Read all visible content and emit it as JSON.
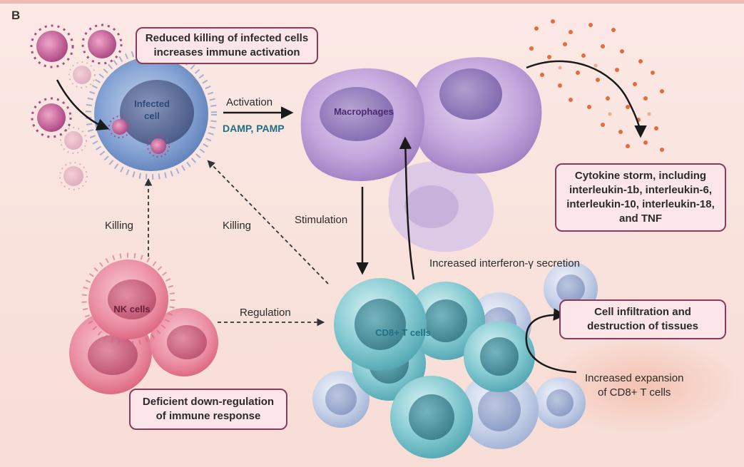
{
  "panel_letter": "B",
  "callouts": {
    "reduced_killing": [
      "Reduced killing of infected cells",
      "increases immune activation"
    ],
    "cytokine_storm": [
      "Cytokine storm, including",
      "interleukin-1b, interleukin-6,",
      "interleukin-10, interleukin-18,",
      "and TNF"
    ],
    "cell_infiltration": [
      "Cell infiltration and",
      "destruction of tissues"
    ],
    "deficient_regulation": [
      "Deficient down-regulation",
      "of immune response"
    ]
  },
  "cells": {
    "infected": [
      "Infected",
      "cell"
    ],
    "macrophages": "Macrophages",
    "nk": "NK cells",
    "cd8": "CD8+ T cells"
  },
  "arrows": {
    "activation": "Activation",
    "damp_pamp": "DAMP, PAMP",
    "stimulation": "Stimulation",
    "interferon": "Increased interferon-γ secretion",
    "killing_left": "Killing",
    "killing_diag": "Killing",
    "regulation": "Regulation",
    "expansion": [
      "Increased expansion",
      "of CD8+ T cells"
    ]
  },
  "colors": {
    "callout_border": "#8c3a5c",
    "callout_fill": "#fce6ea",
    "damp_text": "#1f6f86",
    "cd8_text": "#1f6f86",
    "macrophage_text": "#4a2c6e",
    "infected_text": "#2d4a7a",
    "nk_text": "#6a1f3a"
  }
}
